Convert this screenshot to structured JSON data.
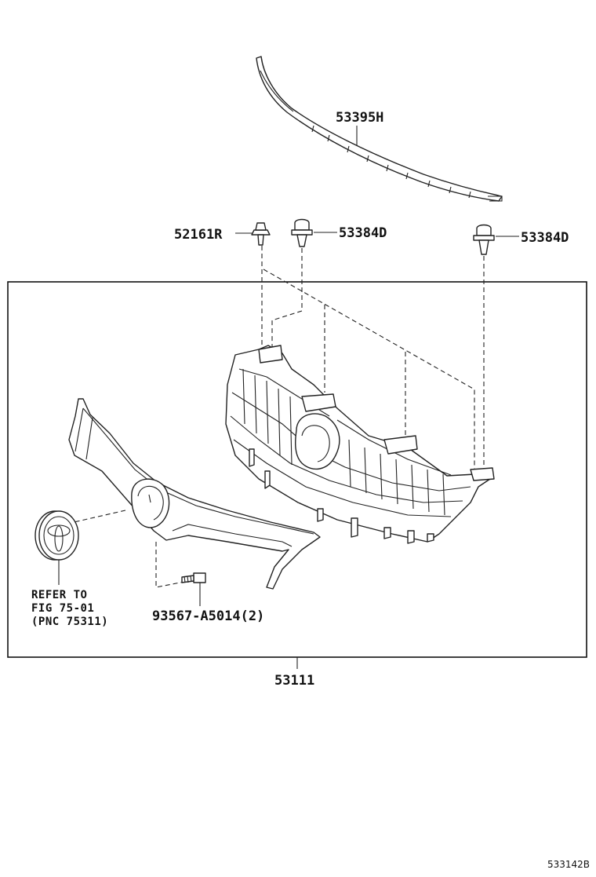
{
  "diagram": {
    "callouts": {
      "molding": "53395H",
      "clip": "52161R",
      "retainer_left": "53384D",
      "retainer_right": "53384D",
      "screw": "93567-A5014(2)",
      "assembly": "53111"
    },
    "reference_note": {
      "line1": "REFER TO",
      "line2": "FIG 75-01",
      "line3": "(PNC 75311)"
    },
    "illustration_code": "533142B",
    "colors": {
      "line": "#222222",
      "background": "#ffffff"
    }
  }
}
